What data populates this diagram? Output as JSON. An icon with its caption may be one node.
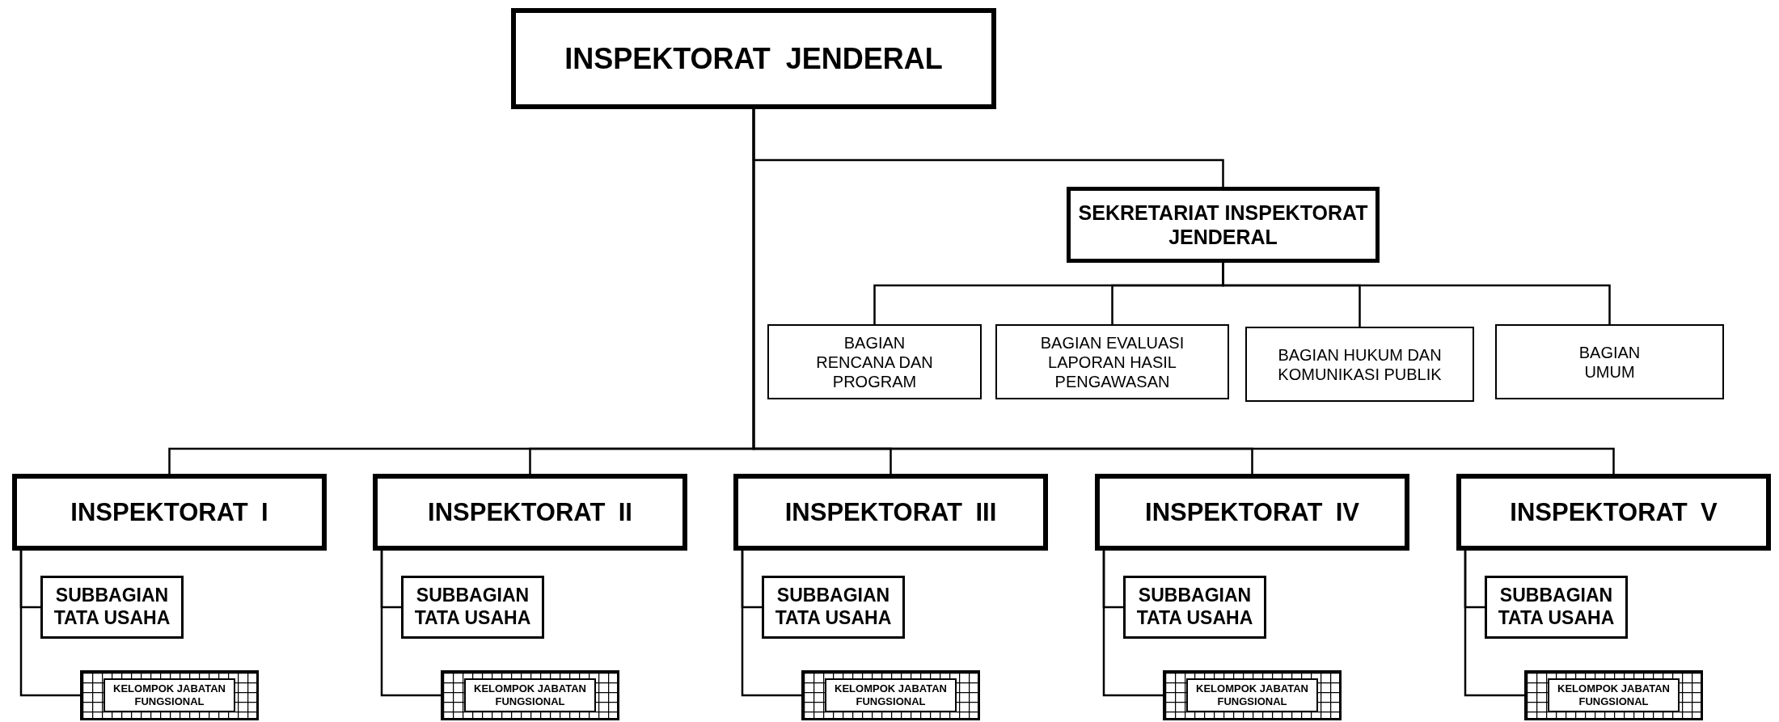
{
  "diagram": {
    "nodes": [
      {
        "text": [
          "INSPEKTORAT JENDERAL"
        ]
      },
      {
        "text": [
          "SEKRETARIAT INSPEKTORAT JENDERAL"
        ]
      },
      {
        "text": [
          "BAGIAN RENCANA DAN PROGRAM"
        ]
      },
      {
        "text": [
          "BAGIAN EVALUASI LAPORAN HASIL PENGAWASAN"
        ]
      },
      {
        "text": [
          "BAGIAN HUKUM DAN KOMUNIKASI PUBLIK"
        ]
      },
      {
        "text": [
          "BAGIAN UMUM"
        ]
      },
      {
        "text": [
          "INSPEKTORAT I"
        ]
      },
      {
        "text": [
          "SUBBAGIAN TATA USAHA"
        ]
      },
      {
        "text": [
          "KELOMPOK JABATAN FUNGSIONAL"
        ]
      },
      {
        "text": [
          "INSPEKTORAT II"
        ]
      },
      {
        "text": [
          "SUBBAGIAN TATA USAHA"
        ]
      },
      {
        "text": [
          "KELOMPOK JABATAN FUNGSIONAL"
        ]
      },
      {
        "text": [
          "INSPEKTORAT III"
        ]
      },
      {
        "text": [
          "SUBBAGIAN TATA USAHA"
        ]
      },
      {
        "text": [
          "KELOMPOK JABATAN FUNGSIONAL"
        ]
      },
      {
        "text": [
          "INSPEKTORAT IV"
        ]
      },
      {
        "text": [
          "SUBBAGIAN TATA USAHA"
        ]
      },
      {
        "text": [
          "KELOMPOK JABATAN FUNGSIONAL"
        ]
      },
      {
        "text": [
          "INSPEKTORAT V"
        ]
      },
      {
        "text": [
          "SUBBAGIAN TATA USAHA"
        ]
      },
      {
        "text": [
          "KELOMPOK JABATAN FUNGSIONAL"
        ]
      }
    ],
    "edges": [
      {
        "from": 0,
        "to": 1,
        "arrow": "none"
      },
      {
        "from": 1,
        "to": 2,
        "arrow": "none"
      },
      {
        "from": 1,
        "to": 3,
        "arrow": "none"
      },
      {
        "from": 1,
        "to": 4,
        "arrow": "none"
      },
      {
        "from": 1,
        "to": 5,
        "arrow": "none"
      },
      {
        "from": 0,
        "to": 6,
        "arrow": "none"
      },
      {
        "from": 0,
        "to": 9,
        "arrow": "none"
      },
      {
        "from": 0,
        "to": 12,
        "arrow": "none"
      },
      {
        "from": 0,
        "to": 15,
        "arrow": "none"
      },
      {
        "from": 0,
        "to": 18,
        "arrow": "none"
      },
      {
        "from": 6,
        "to": 7,
        "arrow": "none"
      },
      {
        "from": 6,
        "to": 8,
        "arrow": "none"
      },
      {
        "from": 9,
        "to": 10,
        "arrow": "none"
      },
      {
        "from": 9,
        "to": 11,
        "arrow": "none"
      },
      {
        "from": 12,
        "to": 13,
        "arrow": "none"
      },
      {
        "from": 12,
        "to": 14,
        "arrow": "none"
      },
      {
        "from": 15,
        "to": 16,
        "arrow": "none"
      },
      {
        "from": 15,
        "to": 17,
        "arrow": "none"
      },
      {
        "from": 18,
        "to": 19,
        "arrow": "none"
      },
      {
        "from": 18,
        "to": 20,
        "arrow": "none"
      }
    ]
  }
}
